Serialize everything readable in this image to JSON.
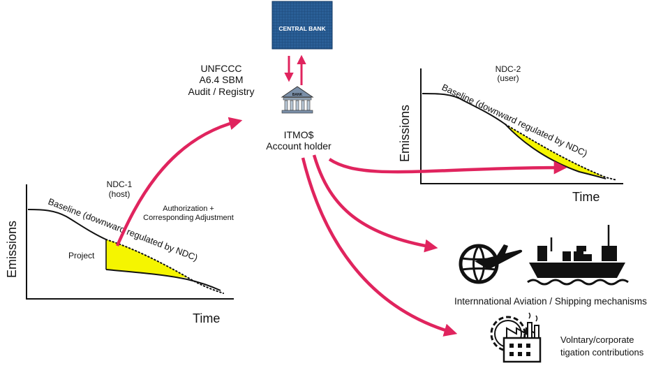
{
  "central_bank": {
    "label": "CENTRAL BANK"
  },
  "bank_icon": {
    "label": "BANK"
  },
  "unfccc": {
    "line1": "UNFCCC",
    "line2": "A6.4 SBM",
    "line3": "Audit / Registry"
  },
  "account": {
    "line1": "ITMO$",
    "line2": "Account holder"
  },
  "host_chart": {
    "title1": "NDC-1",
    "title2": "(host)",
    "ylabel": "Emissions",
    "xlabel": "Time",
    "baseline": "Baseline (downward regulated by NDC)",
    "project": "Project"
  },
  "user_chart": {
    "title1": "NDC-2",
    "title2": "(user)",
    "ylabel": "Emissions",
    "xlabel": "Time",
    "baseline": "Baseline (downward regulated by NDC)"
  },
  "authorization": {
    "line1": "Authorization +",
    "line2": "Corresponding Adjustment"
  },
  "aviation": {
    "label": "Internnational Aviation / Shipping mechanisms"
  },
  "voluntary": {
    "line1": "Volntary/corporate",
    "line2": "tigation contributions"
  },
  "colors": {
    "arrow": "#e0245e",
    "yellow": "#f5f500",
    "ink": "#111111"
  }
}
